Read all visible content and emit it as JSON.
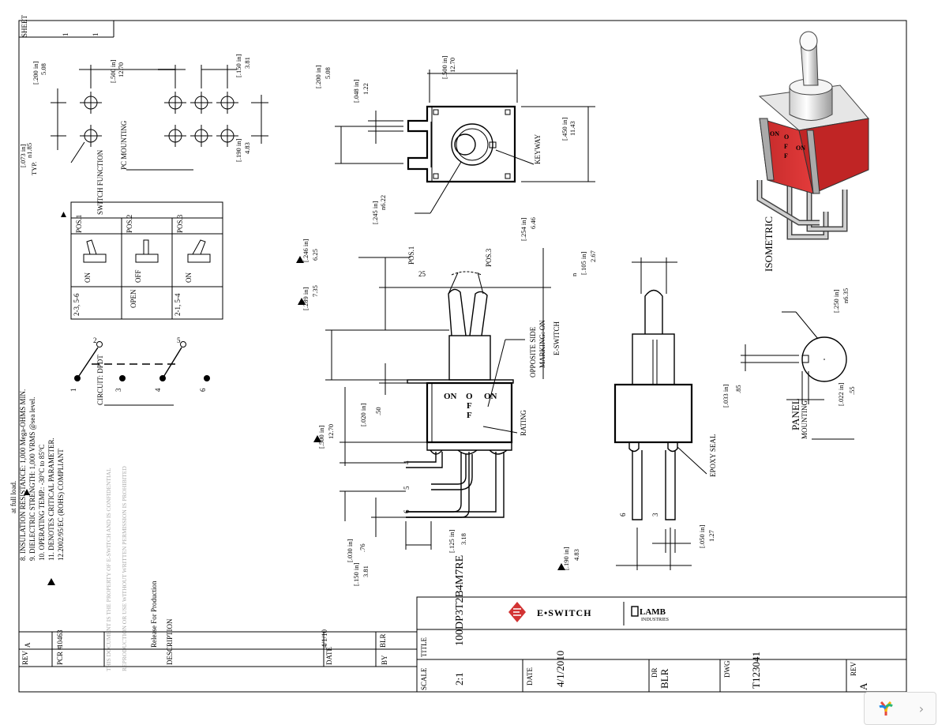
{
  "sheet": {
    "label": "SHEET",
    "num": "1",
    "of": "1"
  },
  "pc_mounting": {
    "label": "PC MOUNTING",
    "dims": [
      "[.200 in]",
      "5.08",
      "[.500 in]",
      "12.70",
      "[.150 in]",
      "3.81",
      "[.190 in]",
      "4.83",
      "[.073 in]",
      "n1.85",
      "TYP."
    ]
  },
  "top_view": {
    "dims": [
      "[.200 in]",
      "5.08",
      "[.048 in]",
      "1.22",
      "[.500 in]",
      "12.70",
      "[.450 in]",
      "11.43",
      "[.245 in]",
      "n6.22"
    ],
    "keyway": "KEYWAY"
  },
  "switch_function": {
    "title": "SWITCH FUNCTION",
    "positions": [
      "POS.1",
      "POS.2",
      "POS.3"
    ],
    "states": [
      "ON",
      "OFF",
      "ON"
    ],
    "circuits": [
      "2-3, 5-6",
      "OPEN",
      "2-1, 5-4"
    ]
  },
  "circuit": {
    "label": "CIRCUIT: DPDT",
    "pins": [
      "2",
      "5",
      "1",
      "3",
      "4",
      "6"
    ]
  },
  "front_view": {
    "dims": [
      "[.246 in]",
      "6.25",
      "[.289 in]",
      "7.35",
      "[.254 in]",
      "6.46",
      "[.020 in]",
      ".50",
      "[.500 in]",
      "12.70",
      "[.030 in]",
      ".76",
      "[.150 in]",
      "3.81",
      "[.125 in]",
      "3.18",
      "[.190 in]",
      "4.83"
    ],
    "pos_labels": [
      "POS.1",
      "POS.3"
    ],
    "angle": "25",
    "case_text": [
      "ON",
      "O",
      "F",
      "F",
      "ON"
    ],
    "opposite": [
      "OPPOSITE SIDE",
      "MARKING: ON",
      "E-SWITCH"
    ],
    "rating": "RATING",
    "pins": [
      "4",
      "5",
      "6"
    ]
  },
  "side_view": {
    "dims": [
      "n",
      "[.105 in]",
      "2.67",
      "[.050 in]",
      "1.27"
    ],
    "epoxy": "EPOXY SEAL",
    "pins": [
      "6",
      "3"
    ]
  },
  "panel": {
    "label": "PANEL",
    "label2": "MOUNTING",
    "dims": [
      "[.250 in]",
      "n6.35",
      "[.033 in]",
      ".85",
      "[.022 in]",
      ".55"
    ]
  },
  "isometric": {
    "label": "ISOMETRIC",
    "case_text": [
      "ON",
      "O",
      "F",
      "F",
      "ON"
    ]
  },
  "notes": [
    "12.2002/95/EC (ROHS) COMPLIANT",
    "11.  DENOTES CRITICAL PARAMETER.",
    "10. OPERATING TEMP.: -30°C to 85°C",
    "9. DIELECTRIC STRENGTH: 1,000 VRMS @sea level.",
    "8. INSULATION RESISTANCE: 1,000 Mega-OHMS MIN.",
    "at full load."
  ],
  "part_number": "100DP3T2B4M7RE",
  "revision_block": {
    "headers": [
      "REV",
      "PCR #",
      "DESCRIPTION",
      "DATE",
      "BY"
    ],
    "row": [
      "A",
      "10463",
      "Release For Production",
      "4/1/10",
      "BLR"
    ]
  },
  "title_block": {
    "logo": "E•SWITCH",
    "brand2": "LAMB",
    "brand2_sub": "INDUSTRIES",
    "title_label": "TITLE",
    "scale_label": "SCALE",
    "scale": "2:1",
    "date_label": "DATE",
    "date": "4/1/2010",
    "dr_label": "DR",
    "dr": "BLR",
    "dwg_label": "DWG",
    "dwg": "T123041",
    "rev_label": "REV",
    "rev": "A"
  },
  "watermark": [
    "THIS DOCUMENT IS THE PROPERTY OF E-SWITCH AND IS CONFIDENTIAL",
    "REPRODUCTION OR USE WITHOUT WRITTEN PERMISSION IS PROHIBITED"
  ],
  "nav": {
    "prev_icon": "logo-icon",
    "next": "›"
  }
}
